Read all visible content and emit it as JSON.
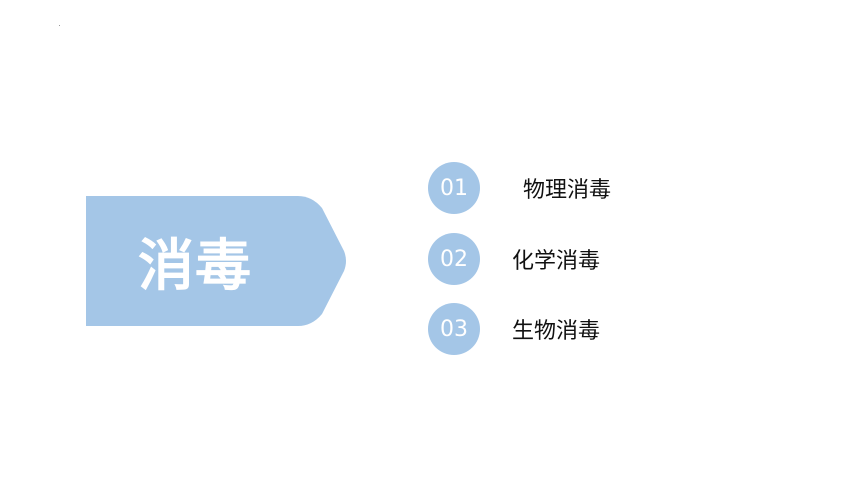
{
  "slide": {
    "title": "消毒",
    "items": [
      {
        "number": "01",
        "label": "物理消毒"
      },
      {
        "number": "02",
        "label": "化学消毒"
      },
      {
        "number": "03",
        "label": "生物消毒"
      }
    ]
  },
  "colors": {
    "banner": "#a4c6e7",
    "circle": "#a4c6e7",
    "text": "#111111"
  }
}
